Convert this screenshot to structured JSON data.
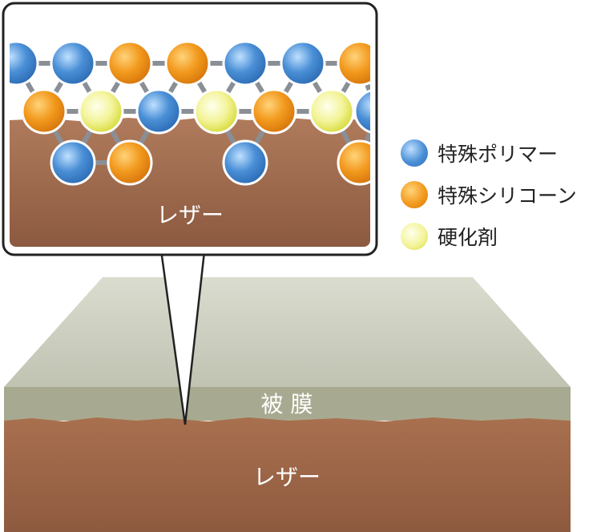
{
  "inset": {
    "label": "レザー",
    "molecules": {
      "row1": [
        "blue",
        "blue",
        "orange",
        "orange",
        "blue",
        "blue",
        "orange"
      ],
      "row2": [
        "orange",
        "yellow",
        "blue",
        "yellow",
        "orange",
        "yellow",
        "blue"
      ],
      "row3": [
        "blue",
        "orange",
        "blue",
        "orange"
      ]
    }
  },
  "legend": [
    {
      "label": "特殊ポリマー",
      "color": "blue"
    },
    {
      "label": "特殊シリコーン",
      "color": "orange"
    },
    {
      "label": "硬化剤",
      "color": "yellow"
    }
  ],
  "block": {
    "coating_label": "被 膜",
    "leather_label": "レザー"
  },
  "colors": {
    "blue": "#4a8fd6",
    "orange": "#f29a1e",
    "yellow": "#eef07a",
    "leather": "#9a6245",
    "coating_top": "#c7c9bb",
    "coating_side": "#a6a98e"
  }
}
